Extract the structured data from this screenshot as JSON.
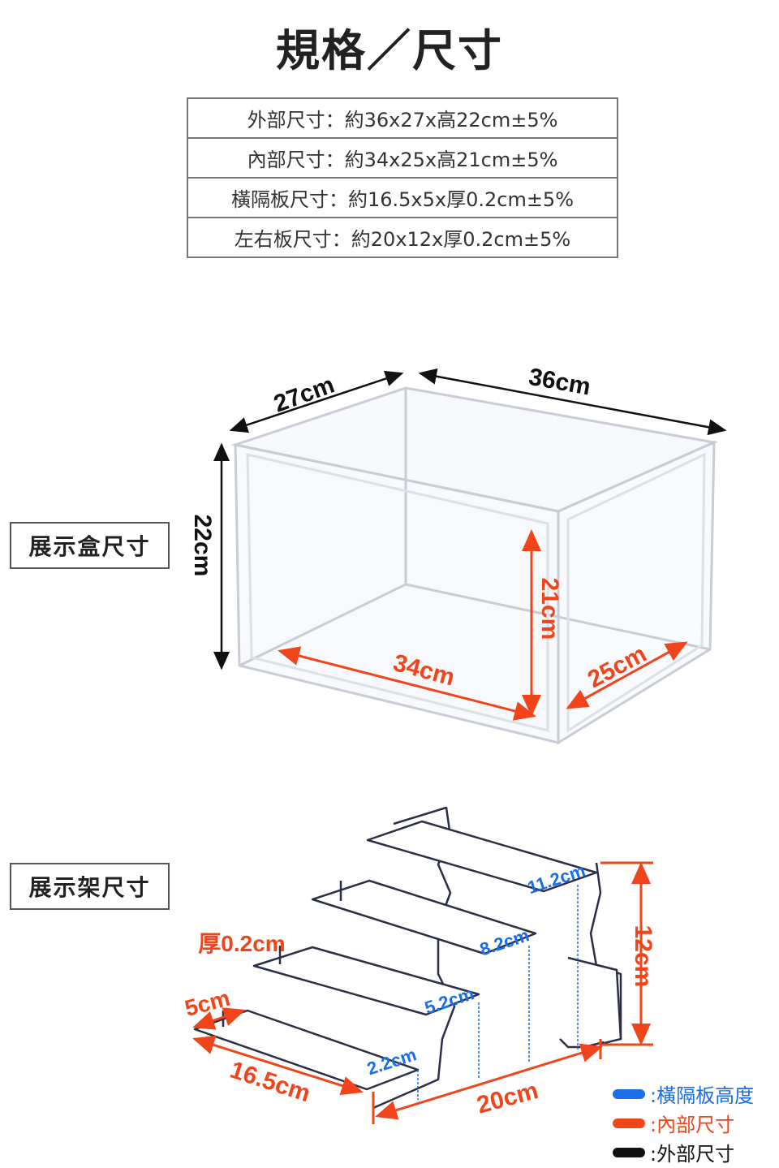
{
  "title": "規格／尺寸",
  "spec_table": [
    {
      "label": "外部尺寸",
      "value": "：約36x27x高22cm±5%"
    },
    {
      "label": "內部尺寸",
      "value": "：約34x25x高21cm±5%"
    },
    {
      "label": "橫隔板尺寸",
      "value": "：約16.5x5x厚0.2cm±5%"
    },
    {
      "label": "左右板尺寸",
      "value": "：約20x12x厚0.2cm±5%"
    }
  ],
  "box_section": {
    "label": "展示盒尺寸",
    "outer": {
      "width": "27cm",
      "length": "36cm",
      "height": "22cm"
    },
    "inner": {
      "length": "34cm",
      "height": "21cm",
      "width": "25cm"
    }
  },
  "stand_section": {
    "label": "展示架尺寸",
    "thickness": "厚0.2cm",
    "depth": "5cm",
    "shelf_length": "16.5cm",
    "side_length": "20cm",
    "side_height": "12cm",
    "shelf_heights": [
      "2.2cm",
      "5.2cm",
      "8.2cm",
      "11.2cm"
    ]
  },
  "legend": [
    {
      "label": ":橫隔板高度",
      "color": "#1a6ee8"
    },
    {
      "label": ":內部尺寸",
      "color": "#f0441a"
    },
    {
      "label": ":外部尺寸",
      "color": "#111111"
    }
  ],
  "colors": {
    "outer": "#111111",
    "inner": "#f0441a",
    "shelf": "#1a6ee8"
  }
}
